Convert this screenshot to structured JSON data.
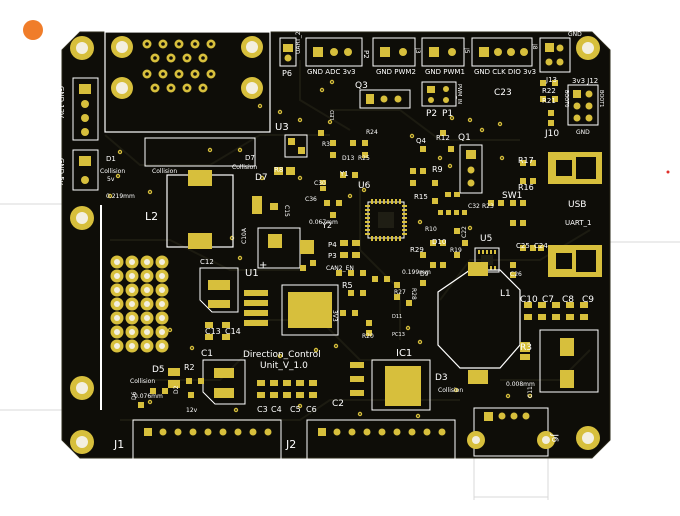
{
  "colors": {
    "board": "#0e0d08",
    "silk": "#ffffff",
    "pad": "#d7bf3c",
    "pad_dark": "#b39a22",
    "hole": "#f3efe0",
    "trace": "#1b1a10",
    "marker": "#f07d2a",
    "dim_line": "#d8d8d8"
  },
  "board": {
    "title_line1": "Direction_Control",
    "title_line2": "Unit_V_1.0"
  },
  "designators": {
    "p6": "P6",
    "uart2": "UART_2",
    "p2_top": "P2",
    "gnd_adc_3v3": "GND ADC 3v3",
    "j3": "J3",
    "gnd_pwm2": "GND PWM2",
    "j5": "J5",
    "gnd_pwm1": "GND PWM1",
    "j8": "J8",
    "gnd_clk_dio_3v3": "GND CLK DIO 3v3",
    "j9": "J9",
    "gnd_tr": "GND",
    "j13": "J13",
    "j12": "3v3 J12",
    "boot0": "BOOT0",
    "boot1": "BOOT1",
    "gnd_boot": "GND",
    "r22": "R22",
    "r21": "R21",
    "c23": "C23",
    "q3": "Q3",
    "p2": "P2",
    "p1": "P1",
    "pwm_in": "PWM_IN",
    "u3": "U3",
    "d11_led": "LED",
    "r3_mid": "R3",
    "r24": "R24",
    "d13": "D13",
    "r25": "R25",
    "q4": "Q4",
    "r12": "R12",
    "q1": "Q1",
    "j10": "J10",
    "l2": "L2",
    "d1": "D1",
    "collision": "Collision",
    "v5": "5v",
    "gnd_5v": "GND 5v",
    "gnd_12v": "GND 12V",
    "dim1": "0.219mm",
    "d7": "D7",
    "d7_2": "D7",
    "r8": "R8",
    "c15": "C15",
    "c36": "C36",
    "c30": "C30",
    "y1": "Y1",
    "u6": "U6",
    "r9": "R9",
    "r15": "R15",
    "r10": "R10",
    "c32": "C32",
    "r23": "R23",
    "r17": "R17",
    "r16": "R16",
    "sw1": "SW1",
    "usb": "USB",
    "uart1": "UART_1",
    "y2": "Y2",
    "dim2": "0.067mm",
    "c10a": "C10A",
    "c12": "C12",
    "u1": "U1",
    "plus": "+",
    "p4": "P4",
    "p3": "P3",
    "can2_en": "CAN2_EN",
    "d10": "D10",
    "r29": "R29",
    "dim3": "0.199mm",
    "r19": "R19",
    "c22": "C22",
    "u5": "U5",
    "c25": "C25",
    "c24": "C24",
    "c26": "C26",
    "r5": "R5",
    "r27": "R27",
    "c8_label": "3V3",
    "d9": "D9",
    "r28": "R28",
    "l1": "L1",
    "c10": "C10",
    "c7": "C7",
    "c8": "C8",
    "c9": "C9",
    "c13": "C13",
    "c14": "C14",
    "d11": "D11",
    "pc13": "PC13",
    "r20": "R20",
    "c1": "C1",
    "ic1": "IC1",
    "r3": "R3",
    "d5": "D5",
    "r2": "R2",
    "d3": "D3",
    "dim4": "0.008mm",
    "c11": "C11",
    "d6": "D6",
    "dim5": "0.076mm",
    "d2": "D2",
    "v12": "12v",
    "c3": "C3",
    "c4": "C4",
    "c5": "C5",
    "c6": "C6",
    "c2": "C2",
    "j1": "J1",
    "j2": "J2",
    "j6": "J6"
  }
}
